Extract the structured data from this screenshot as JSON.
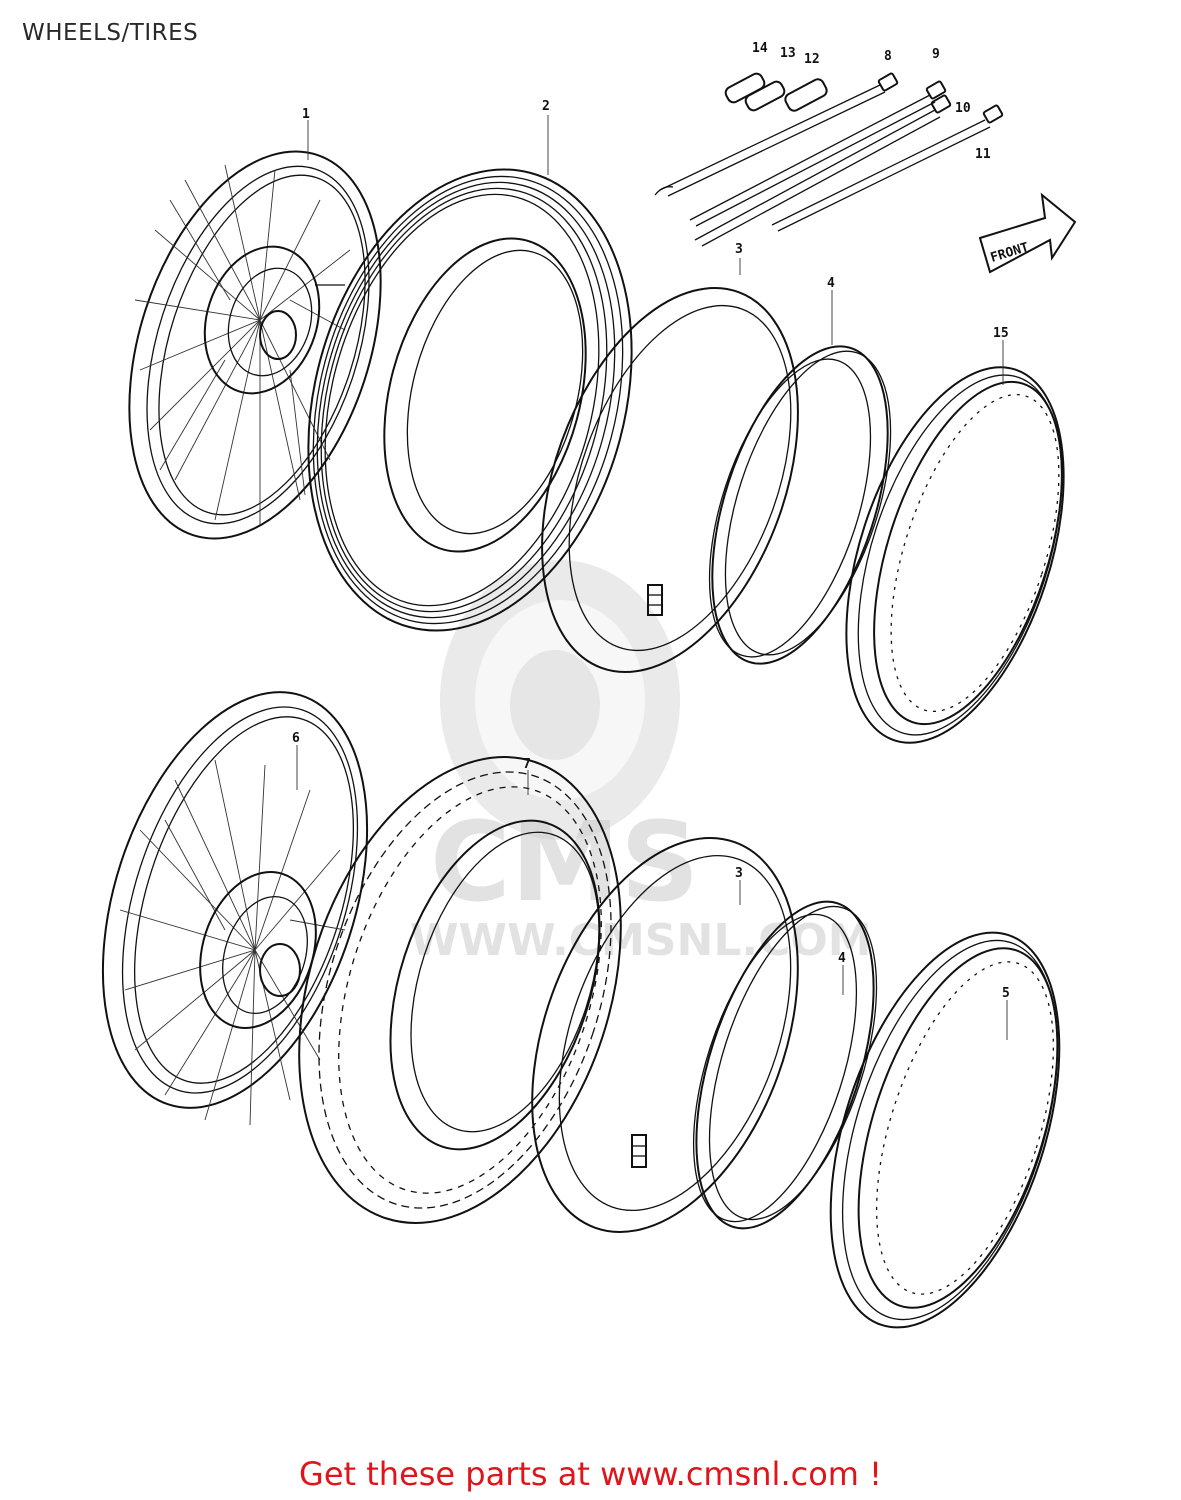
{
  "title": "WHEELS/TIRES",
  "footer": "Get these parts at www.cmsnl.com !",
  "watermark": {
    "brand": "CMS",
    "url": "WWW.CMSNL.COM"
  },
  "front_label": "FRONT",
  "callouts": {
    "c1": "1",
    "c2": "2",
    "c3a": "3",
    "c4a": "4",
    "c15": "15",
    "c6": "6",
    "c7": "7",
    "c3b": "3",
    "c4b": "4",
    "c5": "5",
    "c8": "8",
    "c9": "9",
    "c10": "10",
    "c11": "11",
    "c12": "12",
    "c13": "13",
    "c14": "14"
  },
  "colors": {
    "footer": "#e1141b",
    "ink": "#111111"
  }
}
